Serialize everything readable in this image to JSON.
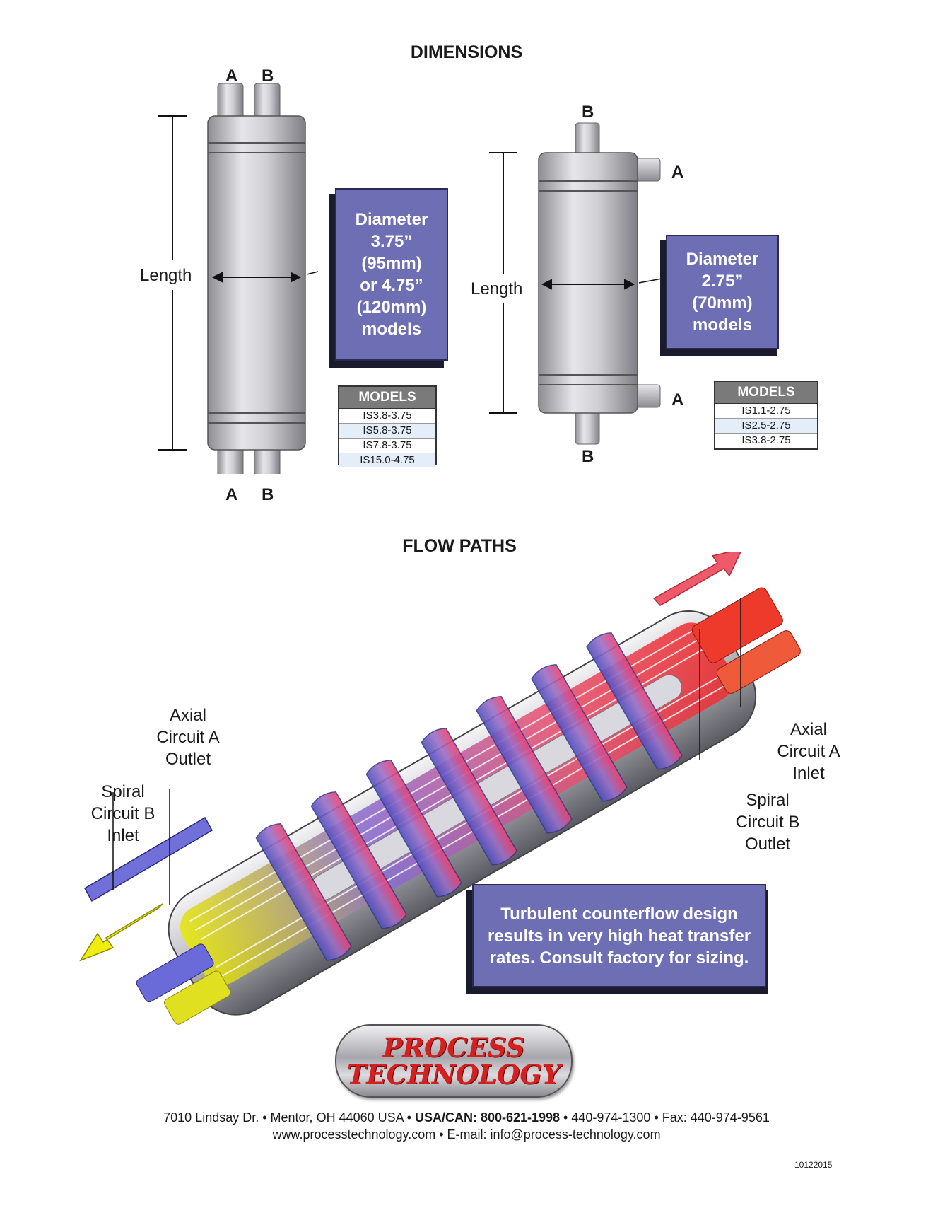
{
  "dimensions": {
    "title": "DIMENSIONS",
    "left": {
      "top_ports": [
        "A",
        "B"
      ],
      "bottom_ports": [
        "A",
        "B"
      ],
      "length_label": "Length",
      "diameter_lines": [
        "Diameter",
        "3.75”",
        "(95mm)",
        "or 4.75”",
        "(120mm)",
        "models"
      ],
      "models_header": "MODELS",
      "models": [
        "IS3.8-3.75",
        "IS5.8-3.75",
        "IS7.8-3.75",
        "IS15.0-4.75"
      ]
    },
    "right": {
      "top_port": "B",
      "bottom_port": "B",
      "side_port_top": "A",
      "side_port_bottom": "A",
      "length_label": "Length",
      "diameter_lines": [
        "Diameter",
        "2.75”",
        "(70mm)",
        "models"
      ],
      "models_header": "MODELS",
      "models": [
        "IS1.1-2.75",
        "IS2.5-2.75",
        "IS3.8-2.75"
      ]
    }
  },
  "flow_paths": {
    "title": "FLOW PATHS",
    "label_axial_outlet": [
      "Axial",
      "Circuit A",
      "Outlet"
    ],
    "label_spiral_inlet": [
      "Spiral",
      "Circuit B",
      "Inlet"
    ],
    "label_axial_inlet": [
      "Axial",
      "Circuit A",
      "Inlet"
    ],
    "label_spiral_outlet": [
      "Spiral",
      "Circuit B",
      "Outlet"
    ],
    "callout_lines": [
      "Turbulent counterflow design",
      "results in very high heat transfer",
      "rates.  Consult factory for sizing."
    ]
  },
  "logo": {
    "line1": "PROCESS",
    "line2": "TECHNOLOGY"
  },
  "footer": {
    "address": "7010 Lindsay Dr. • Mentor, OH 44060 USA • ",
    "phone_bold": "USA/CAN: 800-621-1998",
    "phone_rest": " • 440-974-1300 • Fax: 440-974-9561",
    "line2": "www.processtechnology.com • E-mail: info@process-technology.com",
    "doc_number": "10122015"
  },
  "colors": {
    "callout_fill": "#6e6eb5",
    "logo_red": "#d42020",
    "spiral_blue": "#6060c8",
    "axial_red": "#e83030",
    "axial_outlet_yellow": "#e6e600"
  }
}
